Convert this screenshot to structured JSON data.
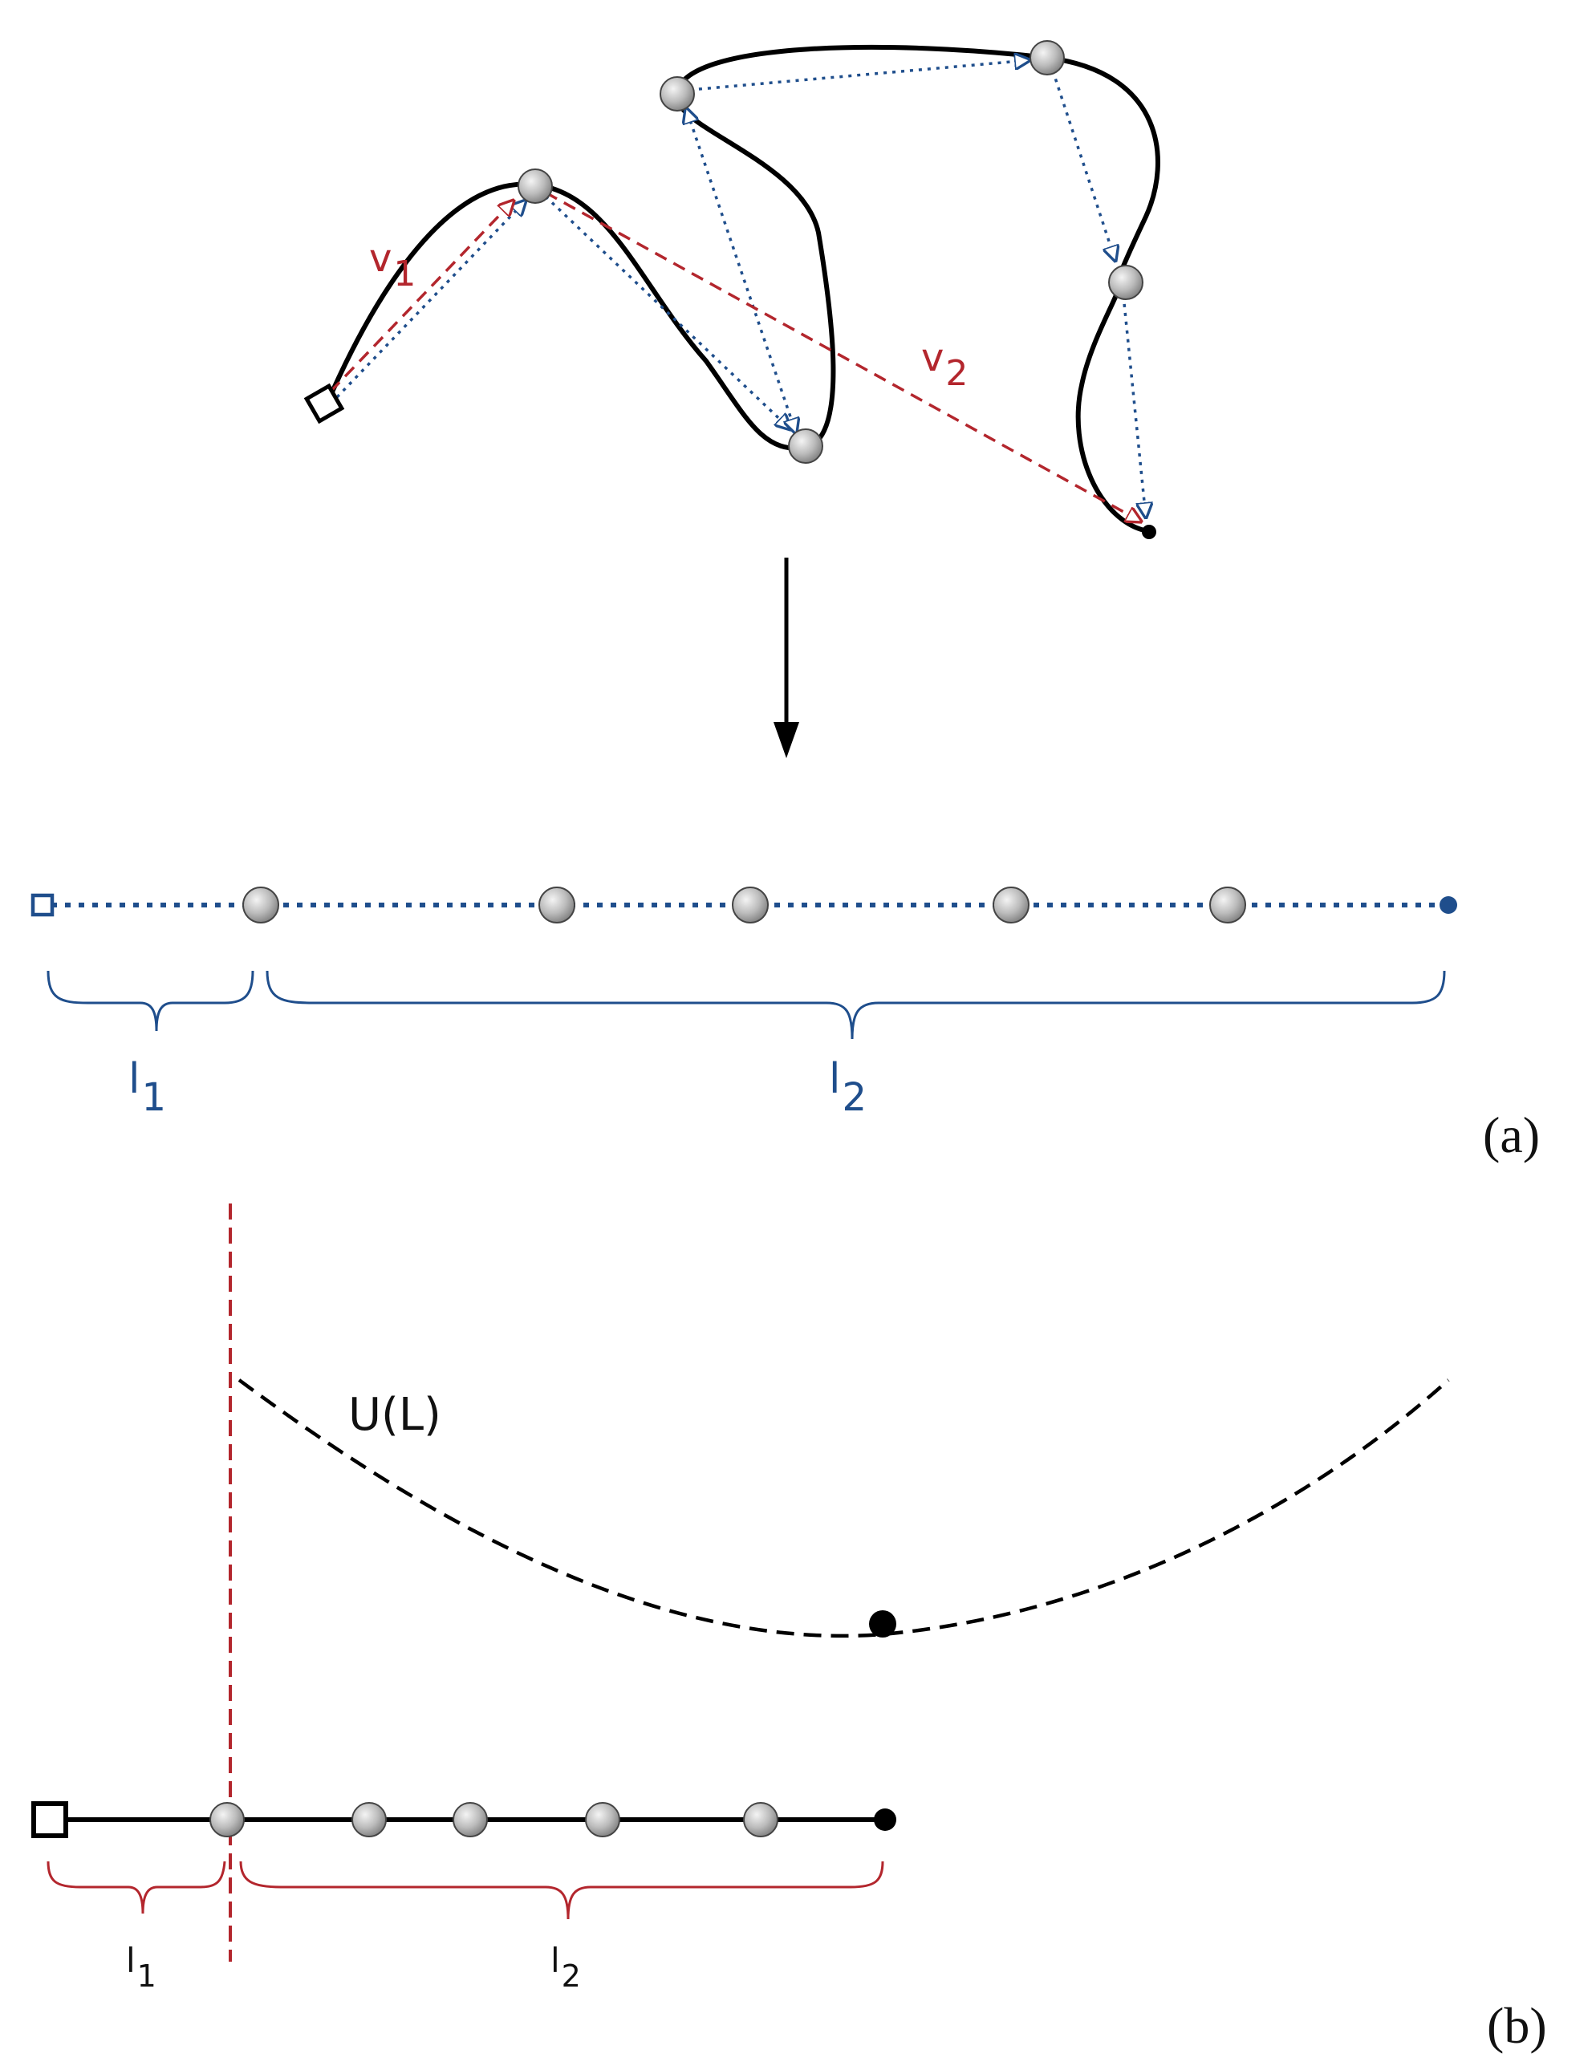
{
  "colors": {
    "curve": "#000000",
    "blue": "#1f4e8c",
    "red": "#b3262d",
    "bead_fill": "#bdbdbd",
    "bead_stroke": "#444444"
  },
  "top": {
    "vector_label_1": "v",
    "vector_label_1_sub": "1",
    "vector_label_2": "v",
    "vector_label_2_sub": "2"
  },
  "panel_a": {
    "segment_label_1": "l",
    "segment_label_1_sub": "1",
    "segment_label_2": "l",
    "segment_label_2_sub": "2",
    "panel_tag": "(a)"
  },
  "panel_b": {
    "potential_label": "U(L)",
    "segment_label_1": "l",
    "segment_label_1_sub": "1",
    "segment_label_2": "l",
    "segment_label_2_sub": "2",
    "panel_tag": "(b)"
  }
}
